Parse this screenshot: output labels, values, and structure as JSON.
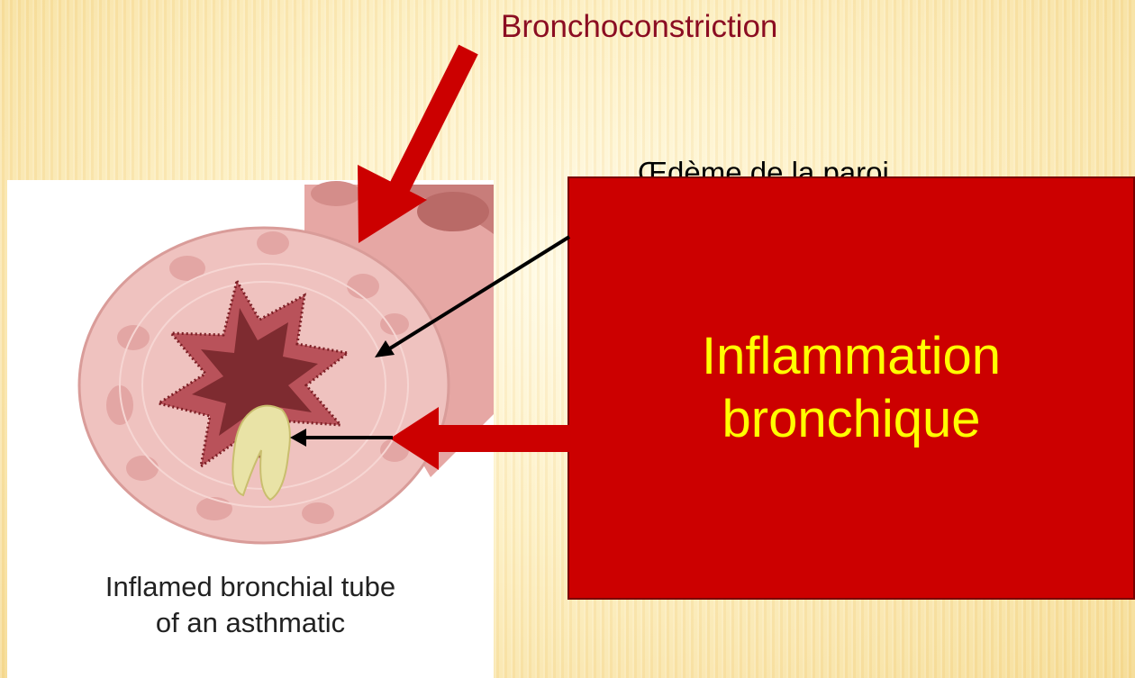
{
  "slide": {
    "title": "Bronchoconstriction",
    "oedeme_label": "Œdème de la paroi"
  },
  "figure": {
    "caption_line1": "Inflamed bronchial tube",
    "caption_line2": "of an asthmatic"
  },
  "overlay": {
    "line1": "Inflammation",
    "line2": "bronchique"
  },
  "colors": {
    "title": "#8b0d22",
    "overlay_background": "#cc0000",
    "overlay_text": "#ffff00",
    "arrow": "#cc0000"
  }
}
